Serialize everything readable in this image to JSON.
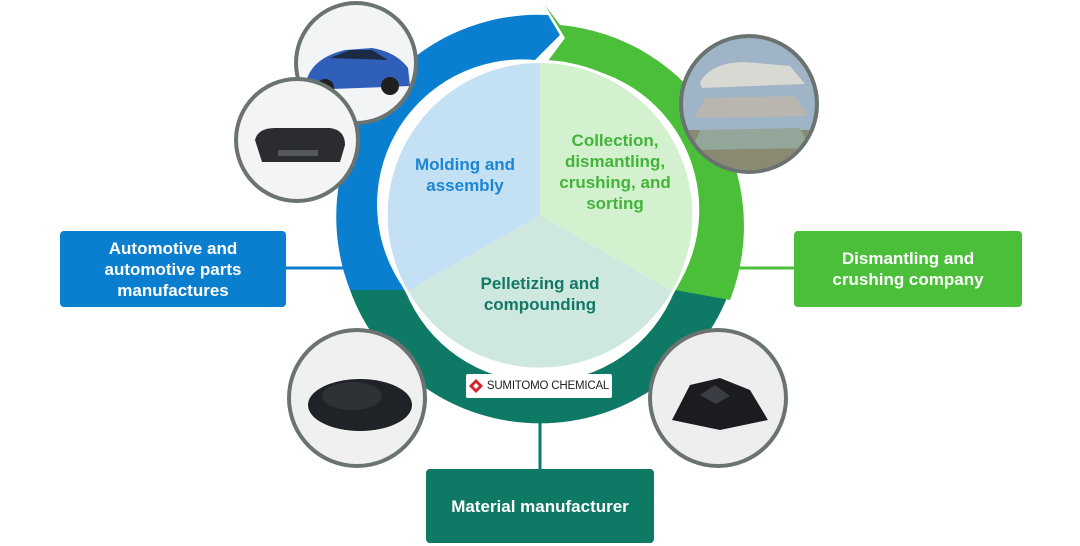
{
  "segments": {
    "molding": "Molding and assembly",
    "collection": "Collection, dismantling, crushing, and sorting",
    "pelletizing": "Pelletizing and compounding"
  },
  "boxes": {
    "automotive": "Automotive and automotive parts manufactures",
    "dismantling": "Dismantling and crushing company",
    "material": "Material manufacturer"
  },
  "logo": {
    "text": "SUMITOMO CHEMICAL"
  },
  "colors": {
    "blue": "#0a7fd0",
    "green": "#4bbf3a",
    "teal": "#0e7a66",
    "blue_light": "#c4e0f4",
    "green_light": "#d4f1cf",
    "teal_light": "#cfe8df",
    "ring_gray": "#6b7370"
  },
  "images": {
    "car": "blue-car-photo",
    "bumper": "car-bumper-photo",
    "scrap": "scrapped-cars-photo",
    "pellets": "black-pellets-photo",
    "flakes": "crushed-plastic-photo"
  }
}
